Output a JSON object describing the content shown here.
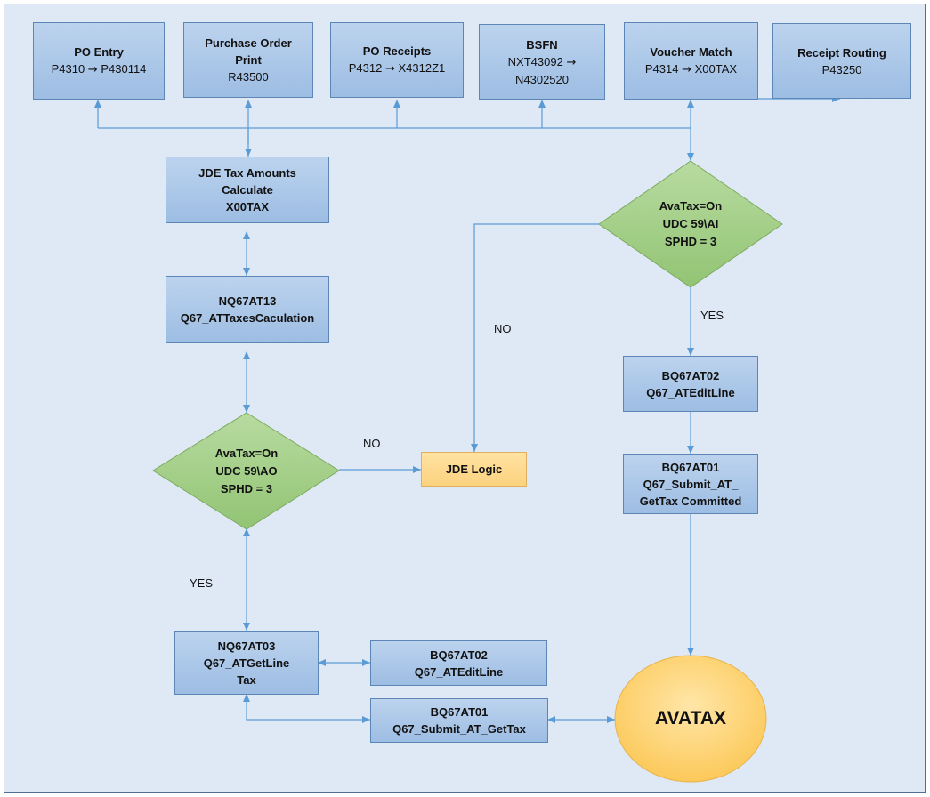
{
  "top_boxes": [
    {
      "title": "PO Entry",
      "from": "P4310",
      "to": "P430114"
    },
    {
      "title": "Purchase Order Print",
      "sub": "R43500"
    },
    {
      "title": "PO Receipts",
      "from": "P4312",
      "to": "X4312Z1"
    },
    {
      "title": "BSFN",
      "from": "NXT43092",
      "line2": "N4302520"
    },
    {
      "title": "Voucher Match",
      "from": "P4314",
      "to": "X00TAX"
    },
    {
      "title": "Receipt Routing",
      "sub": "P43250"
    }
  ],
  "arrow_glyph": "→",
  "jde_tax": {
    "line1": "JDE Tax Amounts",
    "line2": "Calculate",
    "line3": "X00TAX"
  },
  "nq67at13": {
    "line1": "NQ67AT13",
    "line2": "Q67_ATTaxesCaculation"
  },
  "diamond_left": {
    "line1": "AvaTax=On",
    "line2": "UDC 59\\AO",
    "line3": "SPHD = 3"
  },
  "diamond_right": {
    "line1": "AvaTax=On",
    "line2": "UDC 59\\AI",
    "line3": "SPHD = 3"
  },
  "jde_logic": "JDE Logic",
  "label_no_left": "NO",
  "label_no_right": "NO",
  "label_yes_left": "YES",
  "label_yes_right": "YES",
  "bq67at02_right": {
    "line1": "BQ67AT02",
    "line2": "Q67_ATEditLine"
  },
  "bq67at01_right": {
    "line1": "BQ67AT01",
    "line2": "Q67_Submit_AT_",
    "line3": "GetTax Committed"
  },
  "nq67at03": {
    "line1": "NQ67AT03",
    "line2": "Q67_ATGetLine",
    "line3": "Tax"
  },
  "bq67at02_left": {
    "line1": "BQ67AT02",
    "line2": "Q67_ATEditLine"
  },
  "bq67at01_left": {
    "line1": "BQ67AT01",
    "line2": "Q67_Submit_AT_GetTax"
  },
  "avatax": "AVATAX",
  "colors": {
    "box_blue": "#9dbde3",
    "diamond_green": "#9dca7f",
    "logic_yellow": "#fcd27f",
    "avatax_orange": "#fdd47a",
    "connector": "#5b9bd5",
    "border": "#5b86b5"
  }
}
